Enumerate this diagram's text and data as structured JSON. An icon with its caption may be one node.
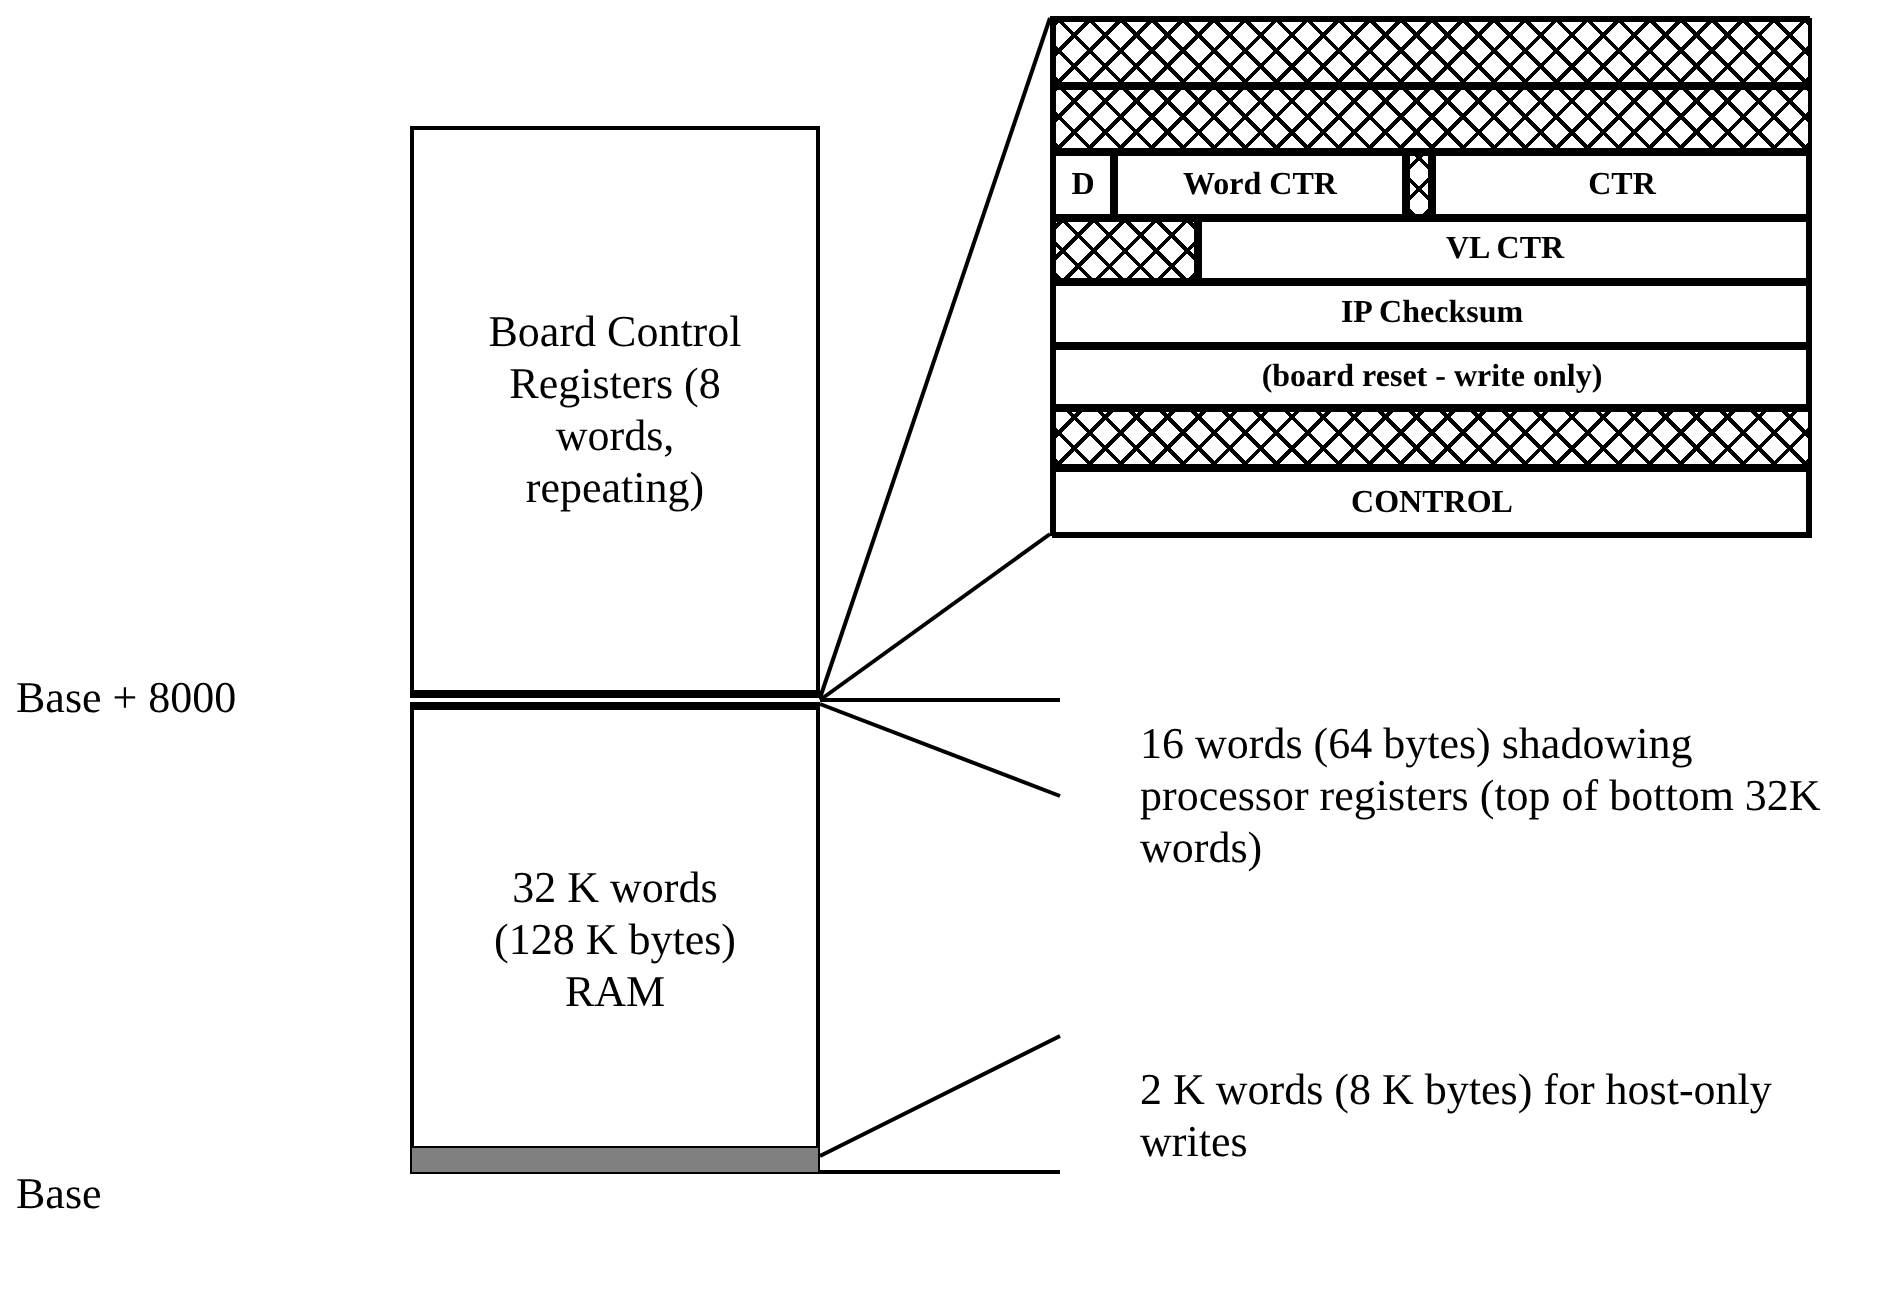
{
  "diagram": {
    "nodes": [
      {
        "text": [
          "Board Control Registers (8 words, repeating)"
        ]
      },
      {
        "text": [],
        "shape": "bar"
      },
      {
        "text": [
          "32 K words (128 K bytes) RAM"
        ]
      },
      {
        "text": [],
        "shape": "bar",
        "in": 2
      },
      {
        "text": [],
        "shape": "box"
      },
      {
        "text": [],
        "shape": "box",
        "in": 4
      },
      {
        "text": [],
        "shape": "box",
        "in": 4
      },
      {
        "text": [
          "D"
        ],
        "in": 4
      },
      {
        "text": [
          "Word CTR"
        ],
        "in": 4
      },
      {
        "text": [],
        "shape": "box",
        "in": 4
      },
      {
        "text": [
          "CTR"
        ],
        "in": 4
      },
      {
        "text": [],
        "shape": "box",
        "in": 4
      },
      {
        "text": [
          "VL CTR"
        ],
        "in": 4
      },
      {
        "text": [
          "IP Checksum"
        ],
        "in": 4
      },
      {
        "text": [
          "(board reset - write only)"
        ],
        "in": 4
      },
      {
        "text": [],
        "shape": "box",
        "in": 4
      },
      {
        "text": [
          "CONTROL"
        ],
        "in": 4
      },
      {
        "text": [
          "16 words (64 bytes) shadowing processor registers (top of bottom 32K words)"
        ]
      },
      {
        "text": [
          "2 K words (8 K bytes) for host-only writes"
        ]
      }
    ],
    "edges": [
      {
        "from": 1,
        "to": 4,
        "arrow": "none"
      },
      {
        "from": 1,
        "to": 4,
        "arrow": "none"
      },
      {
        "from": 1,
        "to": 17,
        "arrow": "none"
      },
      {
        "from": 1,
        "to": 17,
        "arrow": "none"
      },
      {
        "from": 3,
        "to": 18,
        "arrow": "none"
      },
      {
        "from": 3,
        "to": 18,
        "arrow": "none"
      }
    ],
    "labels": [
      "Base + 8000",
      "Base"
    ]
  }
}
